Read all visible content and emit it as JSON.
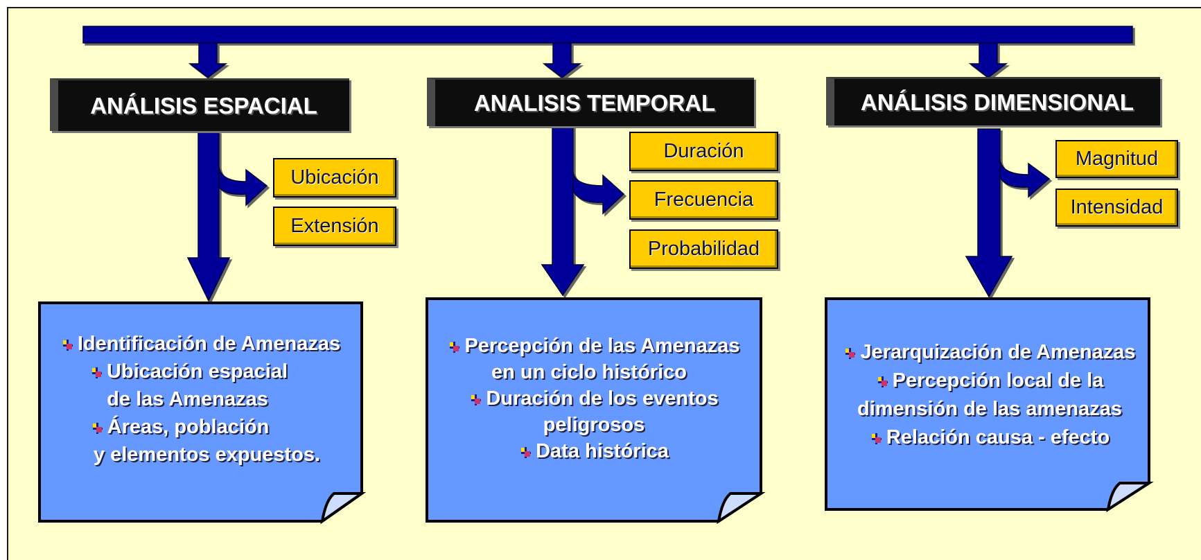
{
  "colors": {
    "background": "#ffffcc",
    "arrow": "#000099",
    "header": "#0d0d0d",
    "tag": "#ffcc00",
    "note": "#6699ff"
  },
  "columns": [
    {
      "header": "ANÁLISIS ESPACIAL",
      "tags": [
        "Ubicación",
        "Extensión"
      ],
      "note_lines": [
        {
          "bullet": true,
          "text": "Identificación de Amenazas"
        },
        {
          "bullet": true,
          "text": "Ubicación espacial"
        },
        {
          "bullet": false,
          "text": "de las Amenazas"
        },
        {
          "bullet": true,
          "text": "Áreas, población"
        },
        {
          "bullet": false,
          "text": "y elementos expuestos."
        }
      ]
    },
    {
      "header": "ANALISIS TEMPORAL",
      "tags": [
        "Duración",
        "Frecuencia",
        "Probabilidad"
      ],
      "note_lines": [
        {
          "bullet": true,
          "text": "Percepción de las Amenazas"
        },
        {
          "bullet": false,
          "text": "en un ciclo histórico"
        },
        {
          "bullet": true,
          "text": "Duración de los eventos"
        },
        {
          "bullet": false,
          "text": "peligrosos"
        },
        {
          "bullet": true,
          "text": "Data histórica"
        }
      ]
    },
    {
      "header": "ANÁLISIS DIMENSIONAL",
      "tags": [
        "Magnitud",
        "Intensidad"
      ],
      "note_lines": [
        {
          "bullet": true,
          "text": "Jerarquización de Amenazas"
        },
        {
          "bullet": true,
          "text": "Percepción local de la"
        },
        {
          "bullet": false,
          "text": "dimensión de las amenazas"
        },
        {
          "bullet": true,
          "text": "Relación causa - efecto"
        }
      ]
    }
  ]
}
